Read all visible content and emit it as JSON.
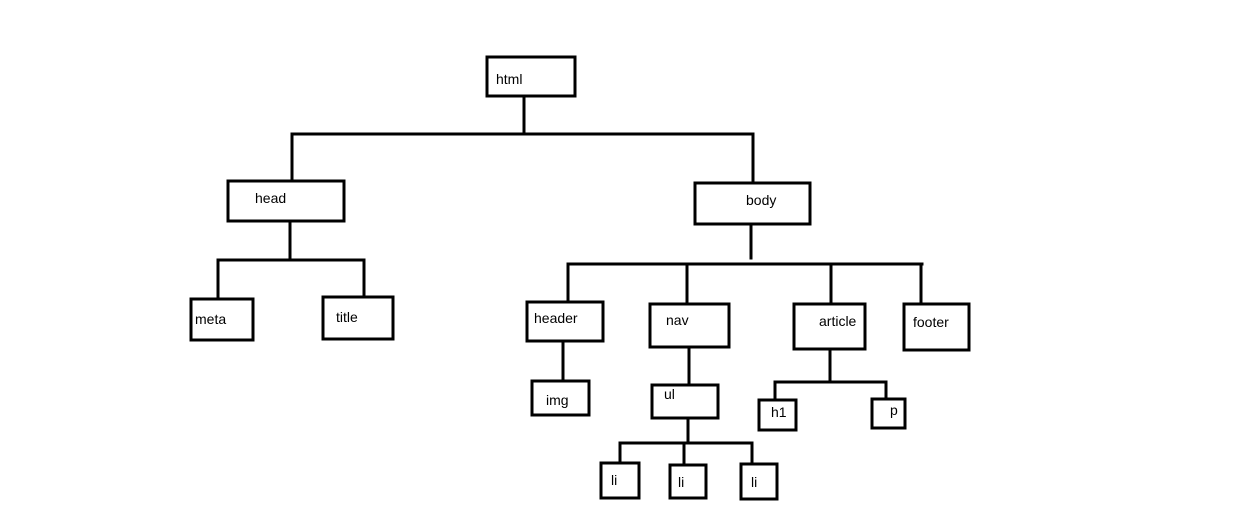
{
  "diagram": {
    "nodes": {
      "html": "html",
      "head": "head",
      "body": "body",
      "meta": "meta",
      "title": "title",
      "header": "header",
      "nav": "nav",
      "article": "article",
      "footer": "footer",
      "img": "img",
      "ul": "ul",
      "h1": "h1",
      "p": "p",
      "li1": "li",
      "li2": "li",
      "li3": "li"
    },
    "edges": [
      [
        "html",
        "head"
      ],
      [
        "html",
        "body"
      ],
      [
        "head",
        "meta"
      ],
      [
        "head",
        "title"
      ],
      [
        "body",
        "header"
      ],
      [
        "body",
        "nav"
      ],
      [
        "body",
        "article"
      ],
      [
        "body",
        "footer"
      ],
      [
        "header",
        "img"
      ],
      [
        "nav",
        "ul"
      ],
      [
        "article",
        "h1"
      ],
      [
        "article",
        "p"
      ],
      [
        "ul",
        "li1"
      ],
      [
        "ul",
        "li2"
      ],
      [
        "ul",
        "li3"
      ]
    ]
  }
}
